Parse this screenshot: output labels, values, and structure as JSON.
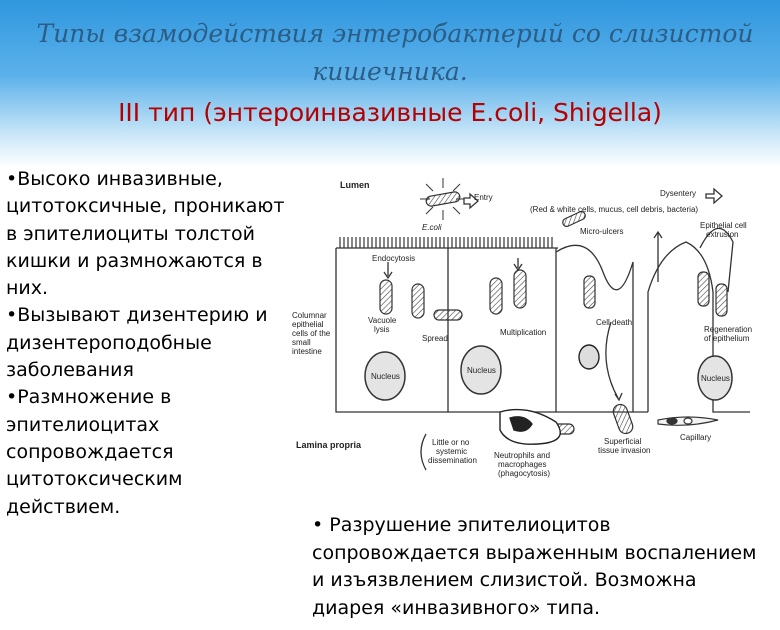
{
  "slide": {
    "title_line1": "Типы взамодействия энтеробактерий со слизистой",
    "title_line2": "кишечника.",
    "title_line3": "III тип (энтероинвазивные E.coli, Shigella)",
    "left_text": "•Высоко инвазивные, цитотоксичные, проникают в эпителиоциты толстой кишки и размножаются в них.\n•Вызывают дизентерию и дизентероподобные заболевания\n•Размножение в эпителиоцитах сопровождается цитотоксическим действием.",
    "bottom_text": "• Разрушение эпителиоцитов сопровождается выраженным воспалением и изъязвлением слизистой. Возможна диарея «инвазивного» типа."
  },
  "diagram": {
    "lumen": "Lumen",
    "entry": "Entry",
    "ecoli": "E.coli",
    "dysentery": "Dysentery",
    "dysentery_note": "(Red & white cells, mucus, cell debris, bacteria)",
    "micro_ulcers": "Micro-ulcers",
    "epithelial_cell_extrusion_1": "Epithelial cell",
    "epithelial_cell_extrusion_2": "extrusion",
    "endocytosis": "Endocytosis",
    "columnar_1": "Columnar",
    "columnar_2": "epithelial",
    "columnar_3": "cells of the",
    "columnar_4": "small",
    "columnar_5": "intestine",
    "vacuole_lysis_1": "Vacuole",
    "vacuole_lysis_2": "lysis",
    "spread": "Spread",
    "multiplication": "Multiplication",
    "cell_death": "Cell death",
    "regeneration_1": "Regeneration",
    "regeneration_2": "of epithelium",
    "nucleus": "Nucleus",
    "lamina_propria": "Lamina propria",
    "capillary": "Capillary",
    "little_1": "Little or no",
    "little_2": "systemic",
    "little_3": "dissemination",
    "neutrophils_1": "Neutrophils and",
    "neutrophils_2": "macrophages",
    "neutrophils_3": "(phagocytosis)",
    "superficial_1": "Superficial",
    "superficial_2": "tissue invasion"
  }
}
